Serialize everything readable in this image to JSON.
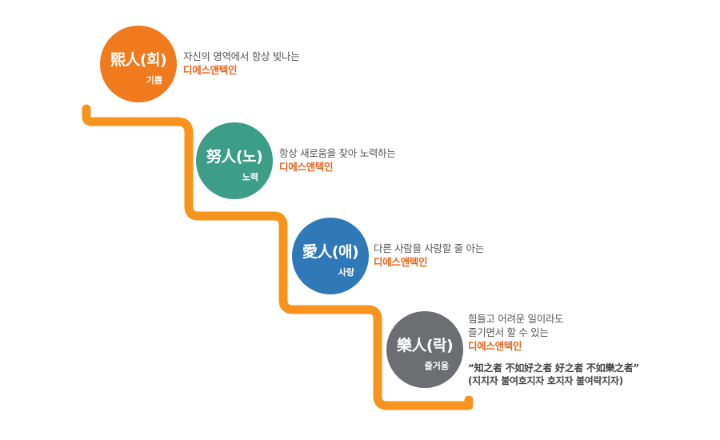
{
  "colors": {
    "stair": "#f7941e",
    "circle1": "#f07a1e",
    "circle2": "#3c9e86",
    "circle3": "#2f79b9",
    "circle4": "#6d6e71",
    "brand": "#e8641a"
  },
  "steps": [
    {
      "title": "熙人(희)",
      "subtitle": "기쁨",
      "lines": [
        "자신의 영역에서 항상 빛나는"
      ],
      "brand": "디에스앤텍인"
    },
    {
      "title": "努人(노)",
      "subtitle": "노력",
      "lines": [
        "항상 새로움을 찾아 노력하는"
      ],
      "brand": "디에스앤텍인"
    },
    {
      "title": "愛人(애)",
      "subtitle": "사랑",
      "lines": [
        "다른 사람을 사랑할 줄 아는"
      ],
      "brand": "디에스앤텍인"
    },
    {
      "title": "樂人(락)",
      "subtitle": "즐거움",
      "lines": [
        "힘들고 어려운 일이라도",
        "즐기면서 할 수 있는"
      ],
      "brand": "디에스앤텍인"
    }
  ],
  "quote": {
    "line1": "“知之者 不如好之者 好之者 不如樂之者”",
    "line2": "(지지자 불여호지자 호지자 불여락지자)"
  }
}
